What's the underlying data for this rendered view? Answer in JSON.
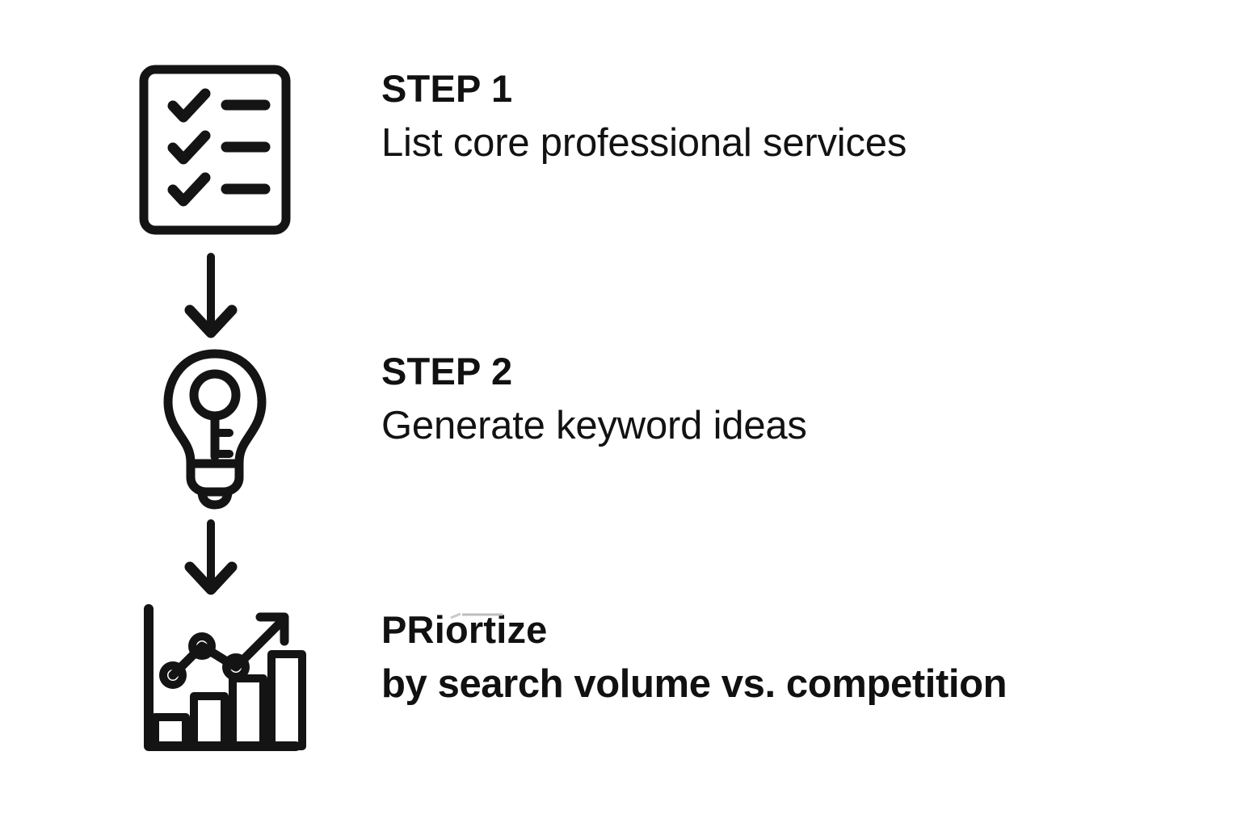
{
  "page": {
    "background_color": "#ffffff",
    "ink_color": "#141414",
    "title": "SEO keyword research three-step flow"
  },
  "steps": [
    {
      "id": "step-1",
      "icon": "checklist-icon",
      "label": "STEP 1",
      "description": "List core professional services"
    },
    {
      "id": "step-2",
      "icon": "lightbulb-idea-icon",
      "label": "STEP 2",
      "description": "Generate keyword ideas"
    },
    {
      "id": "step-3",
      "icon": "bar-chart-growth-icon",
      "label": "PRiortize",
      "description": "by search volume vs. competition"
    }
  ],
  "connectors": [
    {
      "id": "arrow-1",
      "icon": "arrow-down-icon",
      "from": "step-1",
      "to": "step-2"
    },
    {
      "id": "arrow-2",
      "icon": "arrow-down-icon",
      "from": "step-2",
      "to": "step-3"
    }
  ]
}
